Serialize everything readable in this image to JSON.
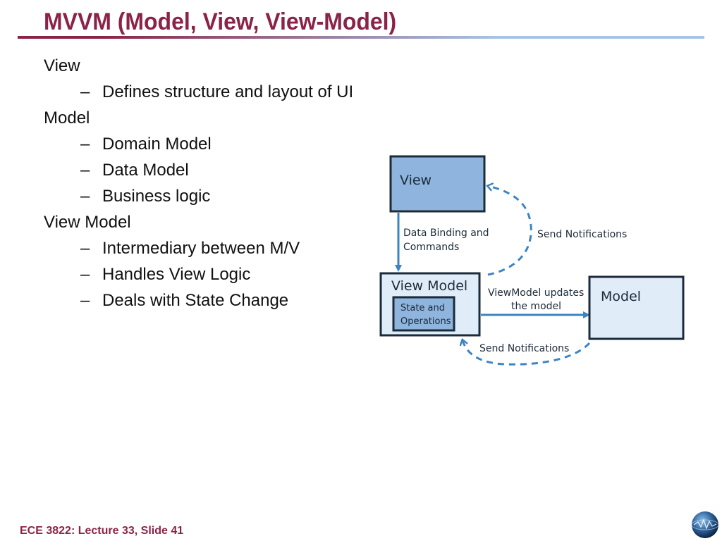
{
  "slide": {
    "title": "MVVM (Model, View, View-Model)",
    "footer": "ECE 3822: Lecture 33, Slide 41",
    "colors": {
      "title": "#8b2346",
      "accent_blue": "#3c84c4"
    }
  },
  "bullets": [
    {
      "level": 1,
      "text": "View"
    },
    {
      "level": 2,
      "text": "Defines structure and layout of UI"
    },
    {
      "level": 1,
      "text": "Model"
    },
    {
      "level": 2,
      "text": "Domain Model"
    },
    {
      "level": 2,
      "text": "Data Model"
    },
    {
      "level": 2,
      "text": "Business logic"
    },
    {
      "level": 1,
      "text": "View Model"
    },
    {
      "level": 2,
      "text": "Intermediary between M/V"
    },
    {
      "level": 2,
      "text": "Handles View Logic"
    },
    {
      "level": 2,
      "text": "Deals with State Change"
    }
  ],
  "diagram": {
    "view_label": "View",
    "viewmodel_label": "View Model",
    "state_label_1": "State and",
    "state_label_2": "Operations",
    "model_label": "Model",
    "binding_label_1": "Data Binding and",
    "binding_label_2": "Commands",
    "send_notifications_top": "Send Notifications",
    "updates_label_1": "ViewModel updates",
    "updates_label_2": "the model",
    "send_notifications_bottom": "Send Notifications"
  },
  "logo_icon": "globe-logo-icon"
}
